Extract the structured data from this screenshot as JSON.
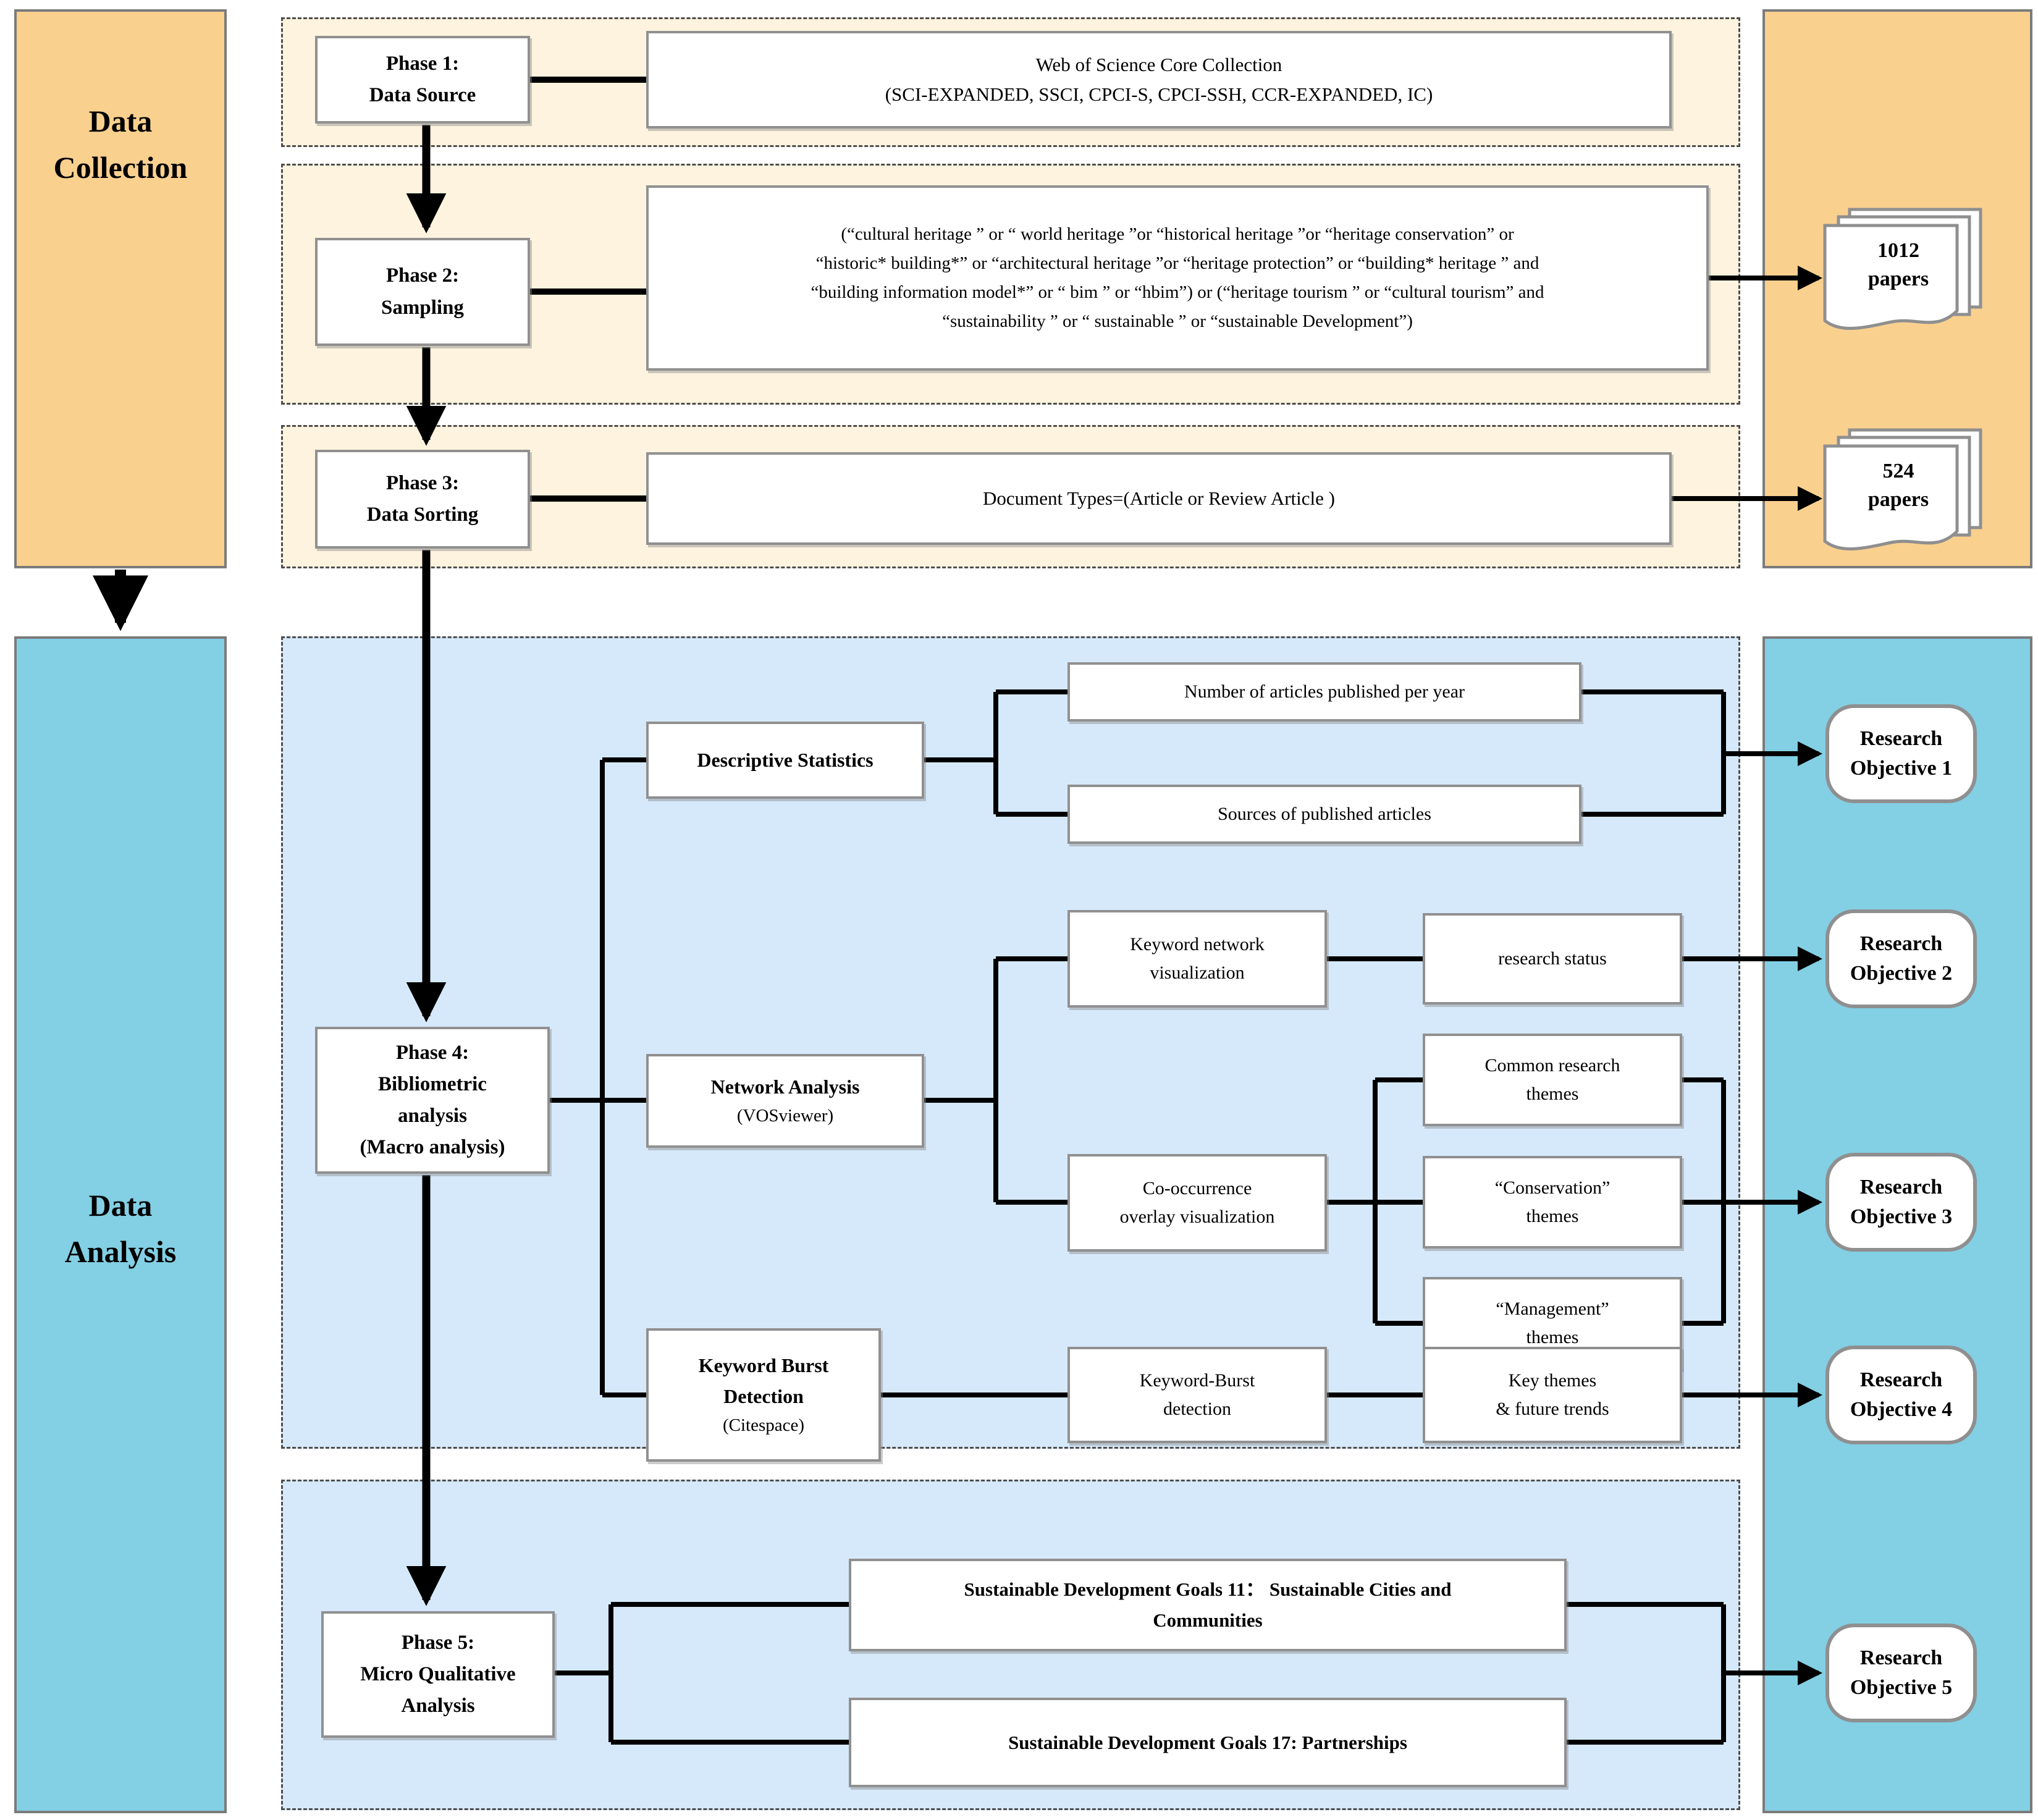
{
  "rails": {
    "collection": "Data\nCollection",
    "analysis": "Data\nAnalysis"
  },
  "phase1": {
    "label": "Phase 1:\nData Source",
    "source": "Web of Science Core Collection\n(SCI-EXPANDED, SSCI, CPCI-S, CPCI-SSH, CCR-EXPANDED, IC)"
  },
  "phase2": {
    "label": "Phase 2:\nSampling",
    "query": "(“cultural heritage ” or “ world heritage ”or “historical heritage ”or “heritage conservation” or\n“historic* building*” or “architectural heritage ”or “heritage protection” or “building* heritage ” and\n“building information model*” or “ bim ” or “hbim”) or (“heritage tourism ” or “cultural tourism” and\n“sustainability ” or “ sustainable ” or “sustainable Development”)"
  },
  "phase3": {
    "label": "Phase 3:\nData Sorting",
    "doctypes": "Document Types=(Article or Review Article )"
  },
  "papers": {
    "first": "1012\npapers",
    "second": "524\npapers"
  },
  "phase4": {
    "label": "Phase 4:\nBibliometric\nanalysis\n(Macro analysis)"
  },
  "branches": {
    "descriptive": "Descriptive Statistics",
    "num_articles": "Number of articles published per year",
    "sources": "Sources of published articles",
    "network_title": "Network Analysis",
    "network_sub": "(VOSviewer)",
    "kw_network": "Keyword network\nvisualization",
    "research_status": "research status",
    "cooccurrence": "Co-occurrence\noverlay visualization",
    "common": "Common research\nthemes",
    "conservation": "“Conservation”\nthemes",
    "management": "“Management”\nthemes",
    "burst_title": "Keyword Burst\nDetection",
    "burst_sub": "(Citespace)",
    "burst_detection": "Keyword-Burst\ndetection",
    "key_themes": "Key themes\n& future trends"
  },
  "phase5": {
    "label": "Phase 5:\nMicro Qualitative\nAnalysis",
    "sdg11": "Sustainable Development Goals 11：  Sustainable Cities and\nCommunities",
    "sdg17": "Sustainable Development Goals 17: Partnerships"
  },
  "objectives": [
    "Research\nObjective 1",
    "Research\nObjective 2",
    "Research\nObjective 3",
    "Research\nObjective 4",
    "Research\nObjective 5"
  ],
  "colors": {
    "collection_fill": "#FAD08F",
    "analysis_fill": "#83CFE4",
    "collection_panel": "#FDF3DE",
    "analysis_panel": "#D6E9FB",
    "connector": "#000000",
    "box_border": "#909090"
  }
}
